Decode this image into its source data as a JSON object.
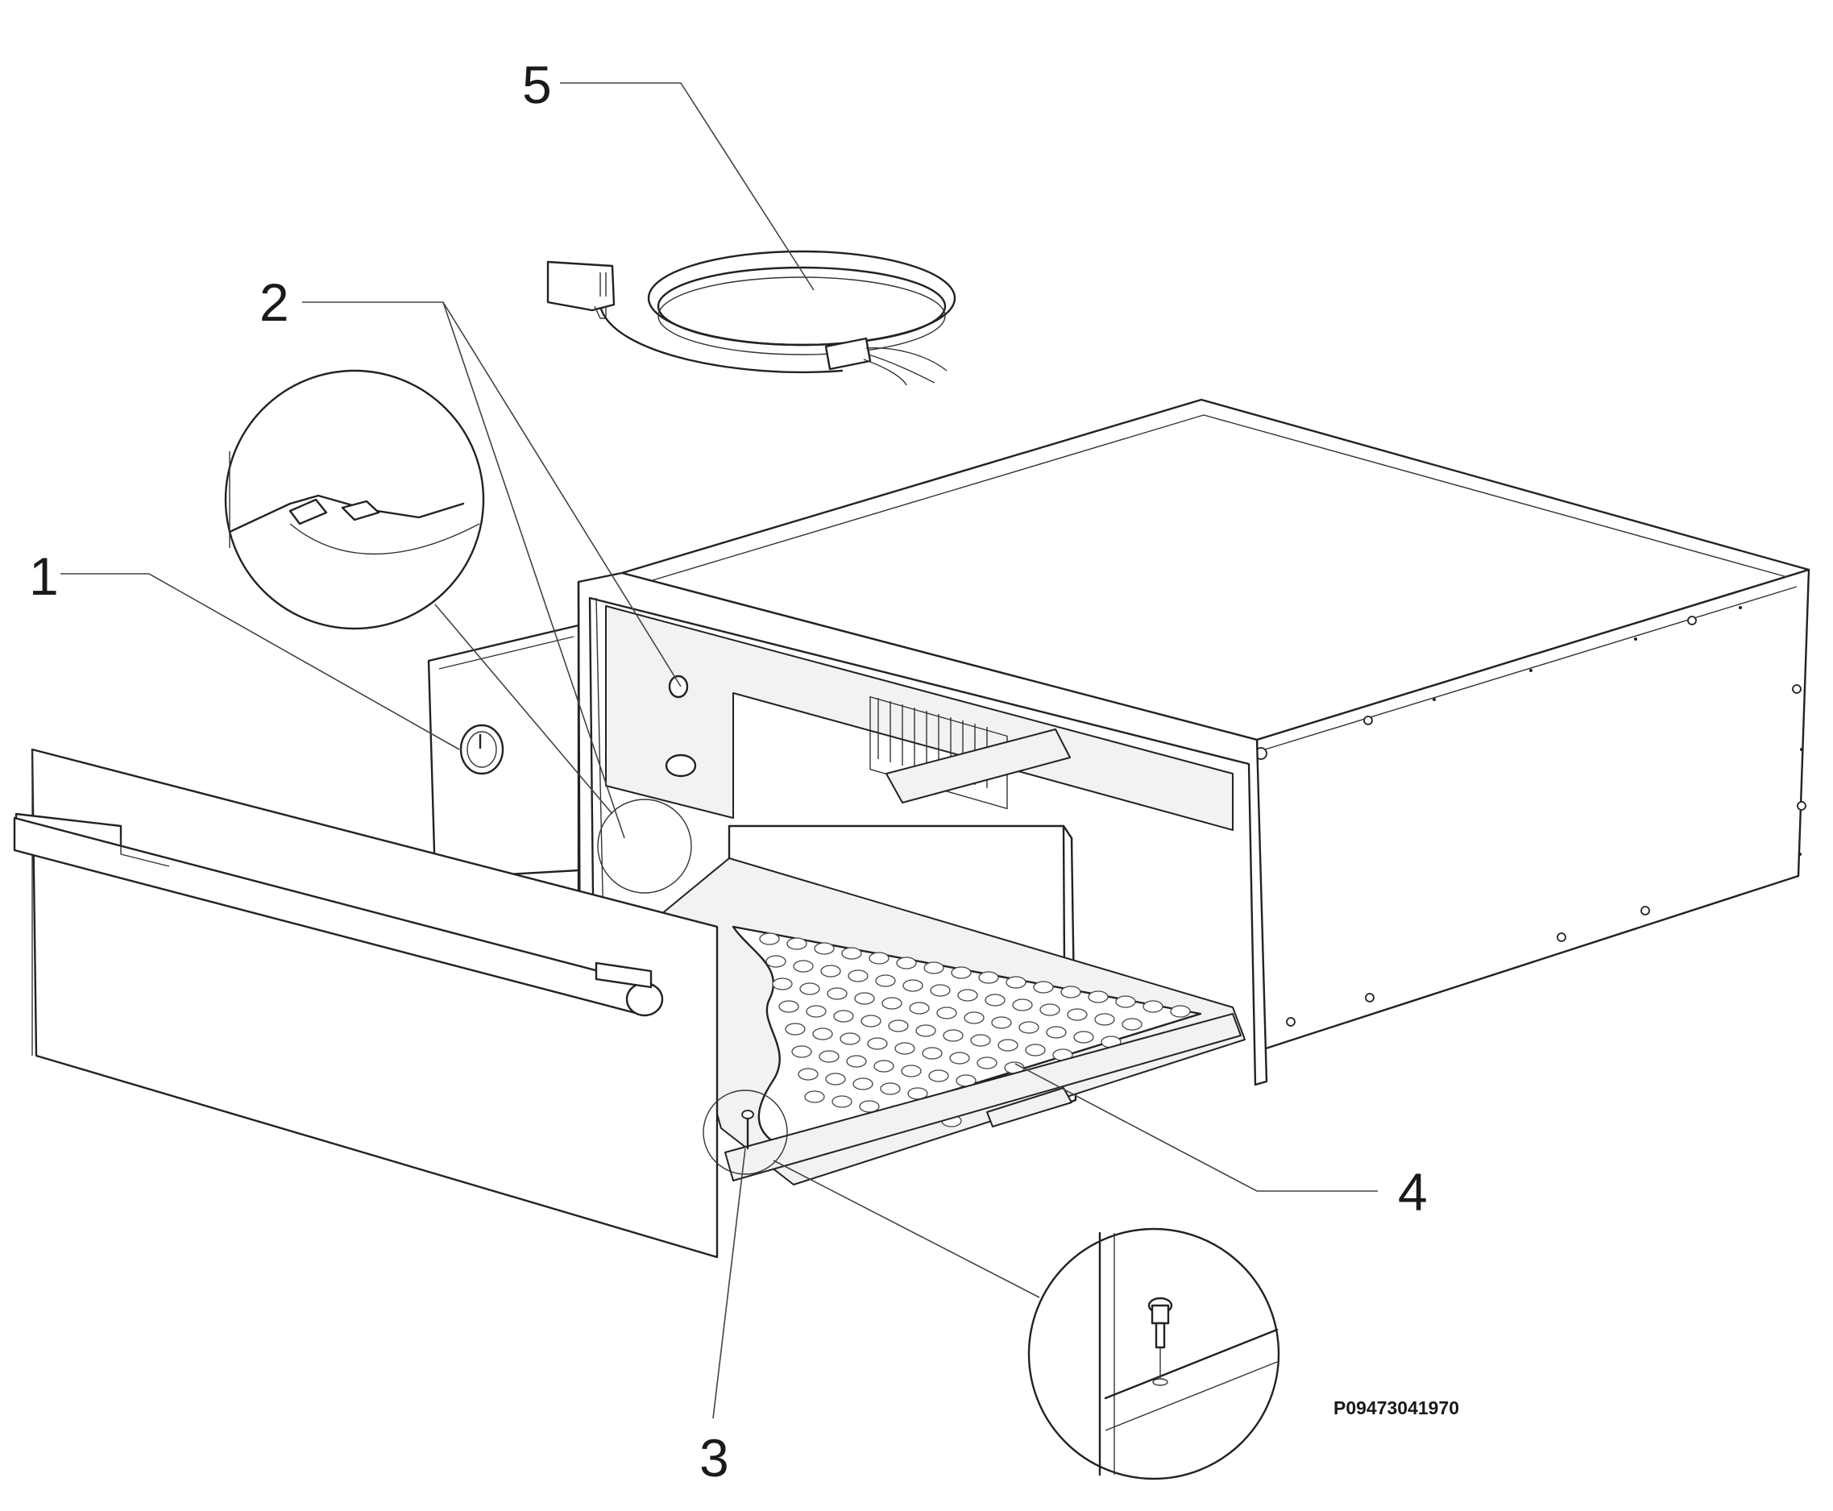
{
  "diagram": {
    "callouts": [
      {
        "id": "1",
        "label": "1"
      },
      {
        "id": "2",
        "label": "2"
      },
      {
        "id": "3",
        "label": "3"
      },
      {
        "id": "4",
        "label": "4"
      },
      {
        "id": "5",
        "label": "5"
      }
    ],
    "reference_code": "P09473041970",
    "colors": {
      "line": "#222222",
      "background": "#ffffff"
    }
  }
}
